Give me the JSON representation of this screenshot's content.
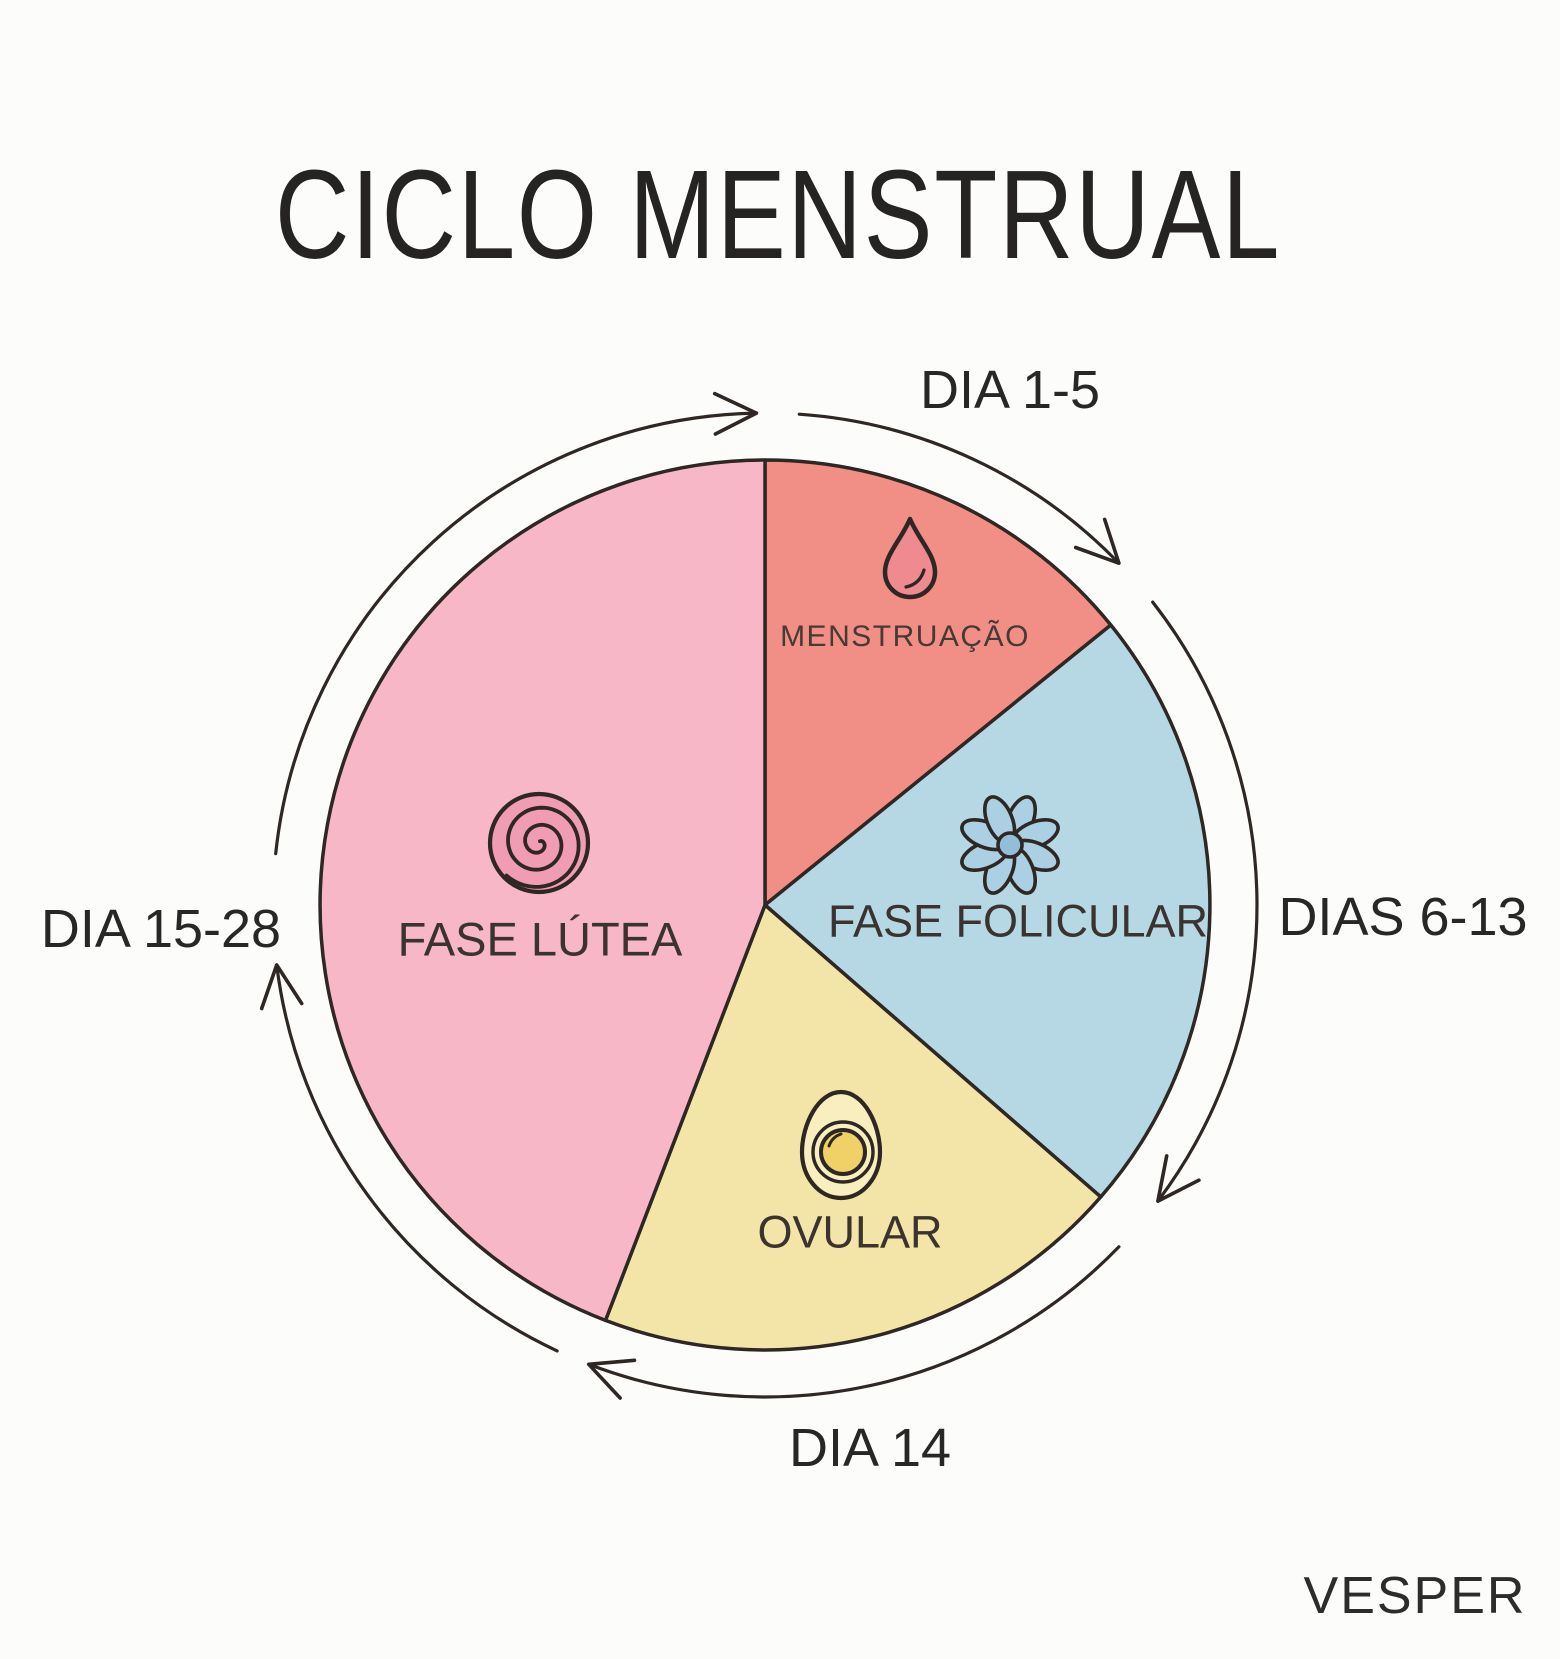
{
  "title": "CICLO MENSTRUAL",
  "watermark": "VESPER",
  "colors": {
    "background": "#fcfcfa",
    "outline": "#2e2723",
    "text": "#2a2725",
    "slice_menstruacao": "#f18e86",
    "slice_folicular": "#b5d8e4",
    "slice_ovular": "#f3e4a7",
    "slice_lutea": "#f7b7c7",
    "drop_fill": "#ee8a90",
    "flower_petal": "#abd0e4",
    "flower_center": "#92bed8",
    "egg_fill": "#f9eebd",
    "yolk_fill": "#f0d168",
    "spiral_fill": "#f09cb4"
  },
  "phases": [
    {
      "id": "menstruacao",
      "label": "MENSTRUAÇÃO",
      "day_label": "DIA 1-5",
      "icon": "blood-drop-icon",
      "fill": "#f18e86",
      "start_deg": 0,
      "end_deg": 51
    },
    {
      "id": "folicular",
      "label": "FASE FOLICULAR",
      "day_label": "DIAS 6-13",
      "icon": "flower-icon",
      "fill": "#b5d8e4",
      "start_deg": 51,
      "end_deg": 131
    },
    {
      "id": "ovular",
      "label": "OVULAR",
      "day_label": "DIA 14",
      "icon": "egg-icon",
      "fill": "#f3e4a7",
      "start_deg": 131,
      "end_deg": 201
    },
    {
      "id": "lutea",
      "label": "FASE LÚTEA",
      "day_label": "DIA 15-28",
      "icon": "spiral-icon",
      "fill": "#f7b7c7",
      "start_deg": 201,
      "end_deg": 360
    }
  ],
  "cycle_arrows": [
    {
      "from_deg": 276,
      "to_deg": 359
    },
    {
      "from_deg": 4,
      "to_deg": 46
    },
    {
      "from_deg": 52,
      "to_deg": 127
    },
    {
      "from_deg": 134,
      "to_deg": 201
    },
    {
      "from_deg": 205,
      "to_deg": 263
    }
  ]
}
